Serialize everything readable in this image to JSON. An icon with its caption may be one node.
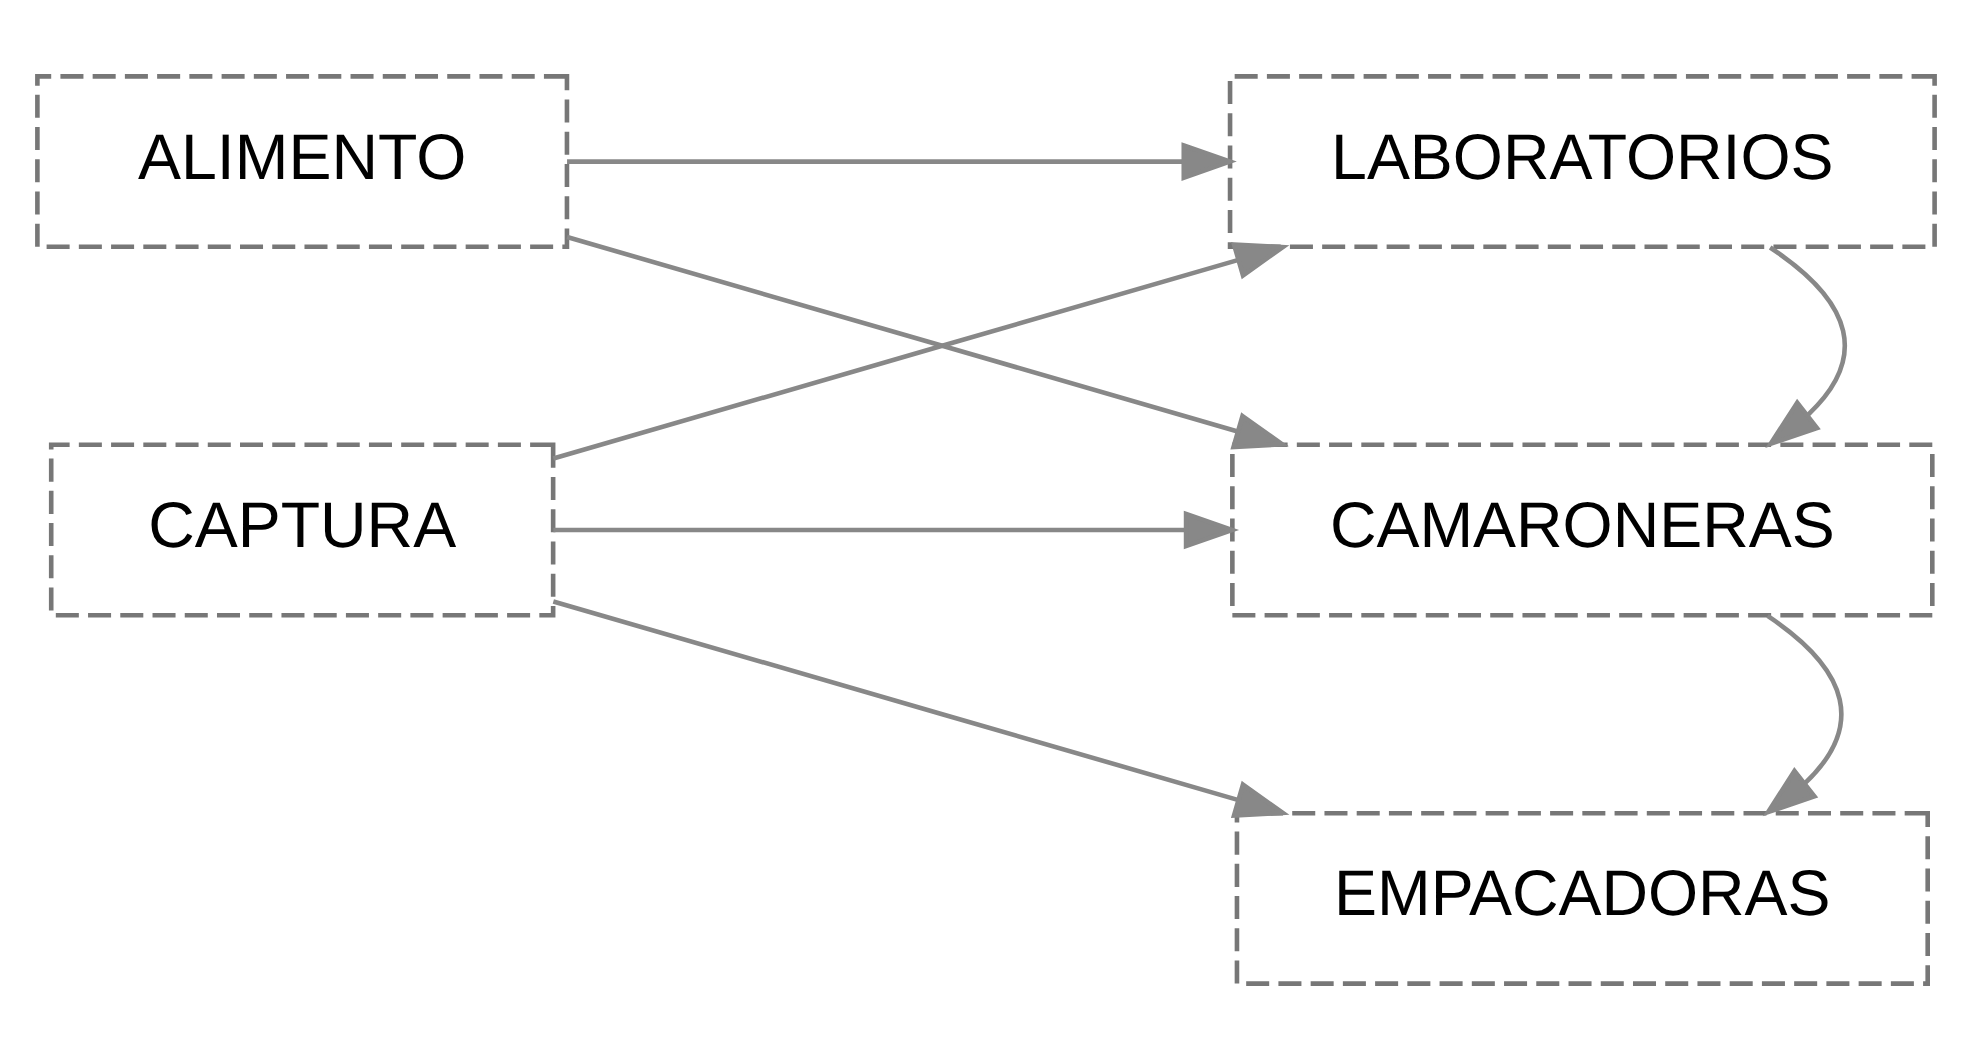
{
  "diagram": {
    "nodes": [
      {
        "text": [
          "ALIMENTO"
        ]
      },
      {
        "text": [
          "CAPTURA"
        ]
      },
      {
        "text": [
          "LABORATORIOS"
        ]
      },
      {
        "text": [
          "CAMARONERAS"
        ]
      },
      {
        "text": [
          "EMPACADORAS"
        ]
      }
    ],
    "edges": [
      {
        "from": 0,
        "to": 2,
        "arrow": "to"
      },
      {
        "from": 0,
        "to": 3,
        "arrow": "to"
      },
      {
        "from": 1,
        "to": 2,
        "arrow": "to"
      },
      {
        "from": 1,
        "to": 3,
        "arrow": "to"
      },
      {
        "from": 1,
        "to": 4,
        "arrow": "to"
      },
      {
        "from": 2,
        "to": 3,
        "arrow": "to"
      },
      {
        "from": 3,
        "to": 4,
        "arrow": "to"
      }
    ]
  }
}
